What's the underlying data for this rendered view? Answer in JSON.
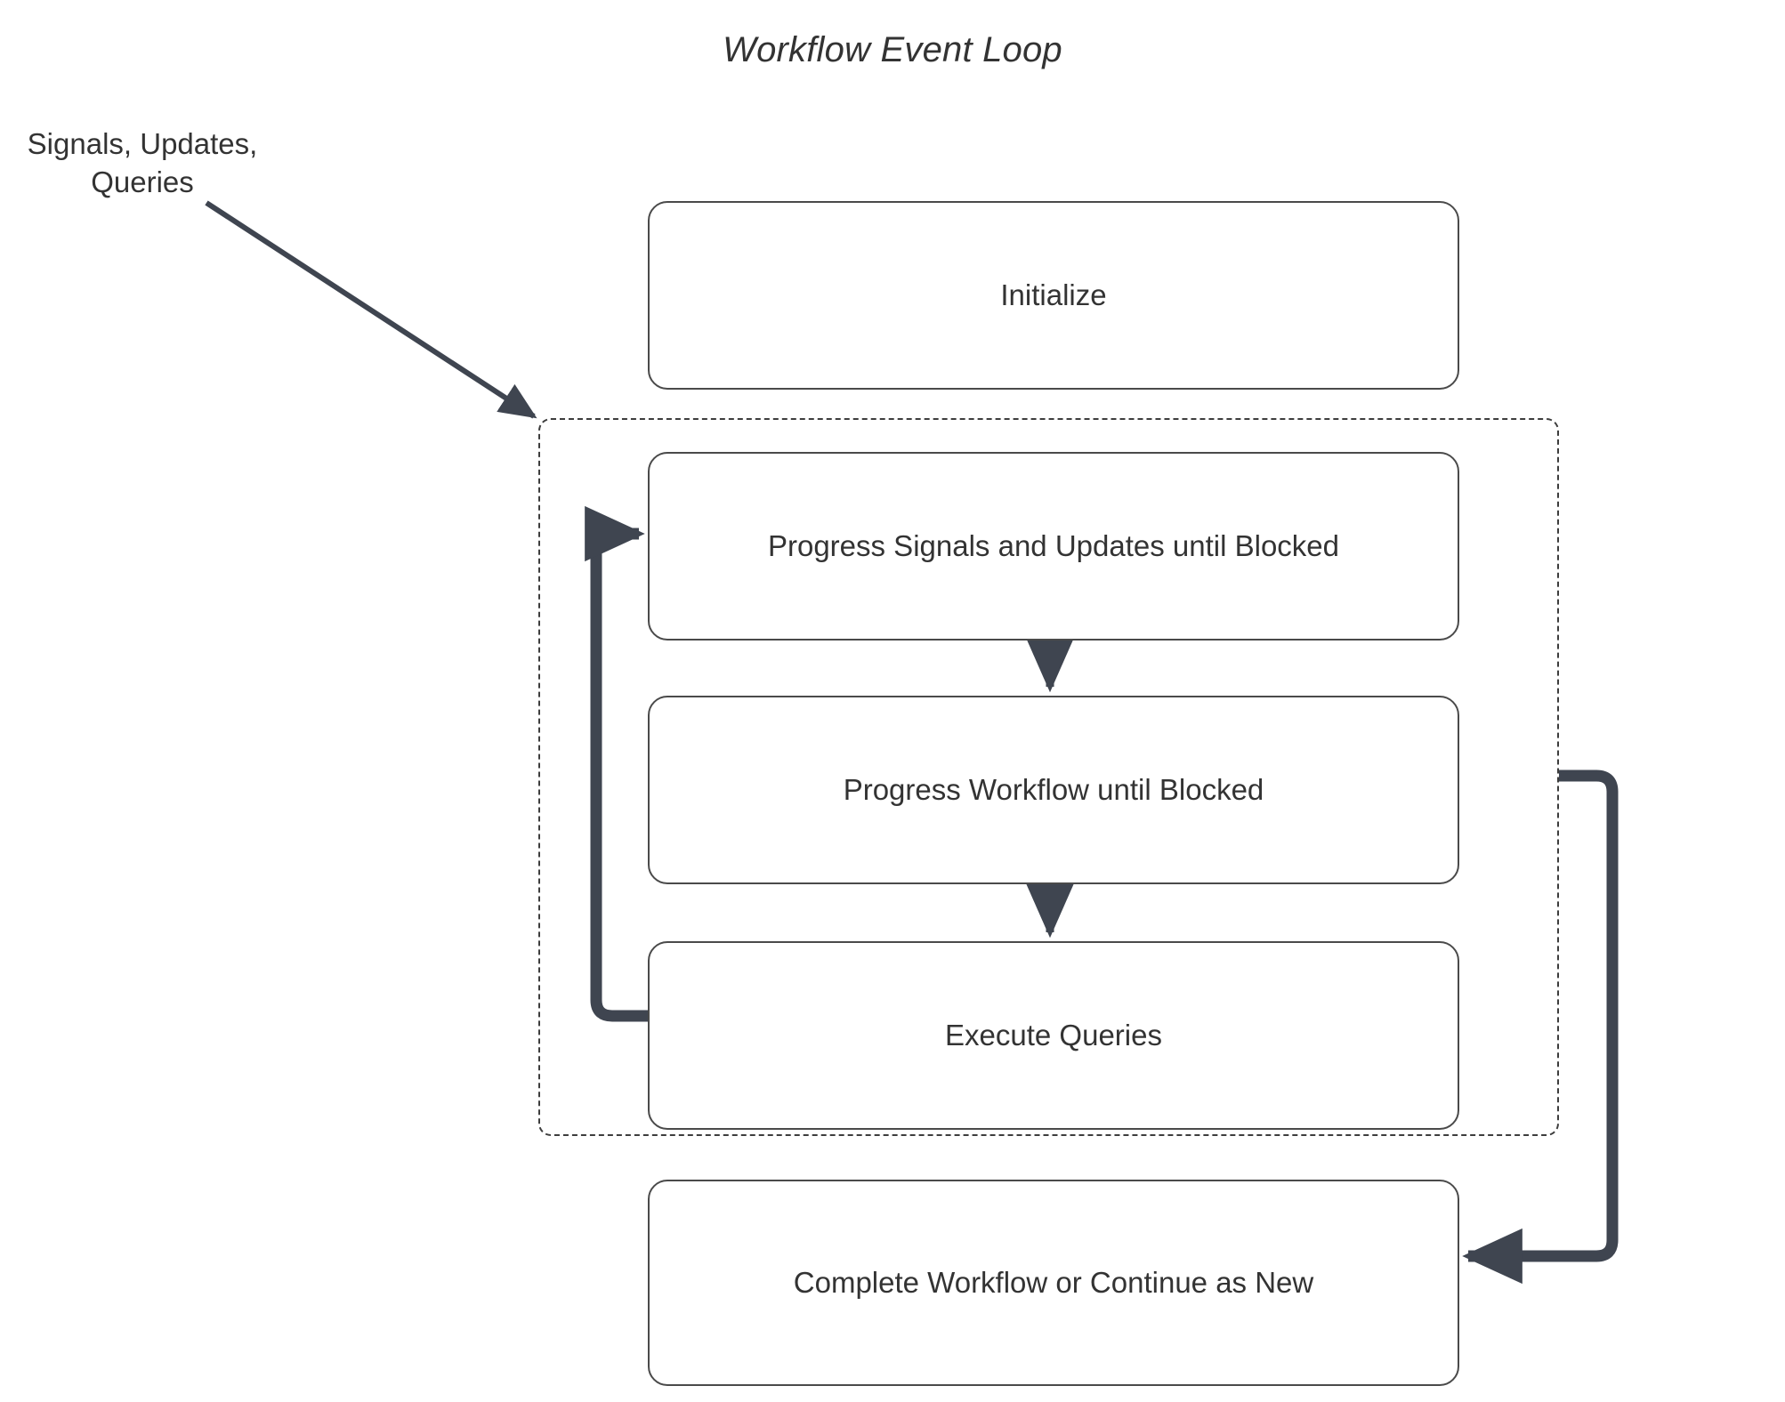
{
  "diagram": {
    "title": "Workflow Event Loop",
    "colors": {
      "edge": "#3f4550",
      "node_border": "#4a4a4a",
      "node_fill": "#ffffff",
      "text": "#333333",
      "dashed_border": "#3d3d3d",
      "background": "#ffffff"
    },
    "external_inputs": {
      "label_line1": "Signals, Updates,",
      "label_line2": "Queries"
    },
    "nodes": [
      {
        "id": "initialize",
        "label": "Initialize"
      },
      {
        "id": "progress-su",
        "label": "Progress Signals and Updates until Blocked"
      },
      {
        "id": "progress-wf",
        "label": "Progress Workflow until Blocked"
      },
      {
        "id": "exec-queries",
        "label": "Execute Queries"
      },
      {
        "id": "complete",
        "label": "Complete Workflow or Continue as New"
      }
    ],
    "loop_group": {
      "id": "event-loop-group",
      "style": "dashed",
      "contains": [
        "progress-su",
        "progress-wf",
        "exec-queries"
      ]
    },
    "edges": [
      {
        "id": "inputs-to-loop",
        "from": "Signals, Updates, Queries",
        "to": "event-loop-group",
        "style": "thin-diagonal"
      },
      {
        "id": "su-to-wf",
        "from": "progress-su",
        "to": "progress-wf",
        "style": "thin-vertical"
      },
      {
        "id": "wf-to-queries",
        "from": "progress-wf",
        "to": "exec-queries",
        "style": "thin-vertical"
      },
      {
        "id": "queries-to-su",
        "from": "exec-queries",
        "to": "progress-su",
        "style": "thick-loop-left"
      },
      {
        "id": "loop-to-complete",
        "from": "event-loop-group",
        "to": "complete",
        "style": "thick-loop-right"
      }
    ]
  }
}
